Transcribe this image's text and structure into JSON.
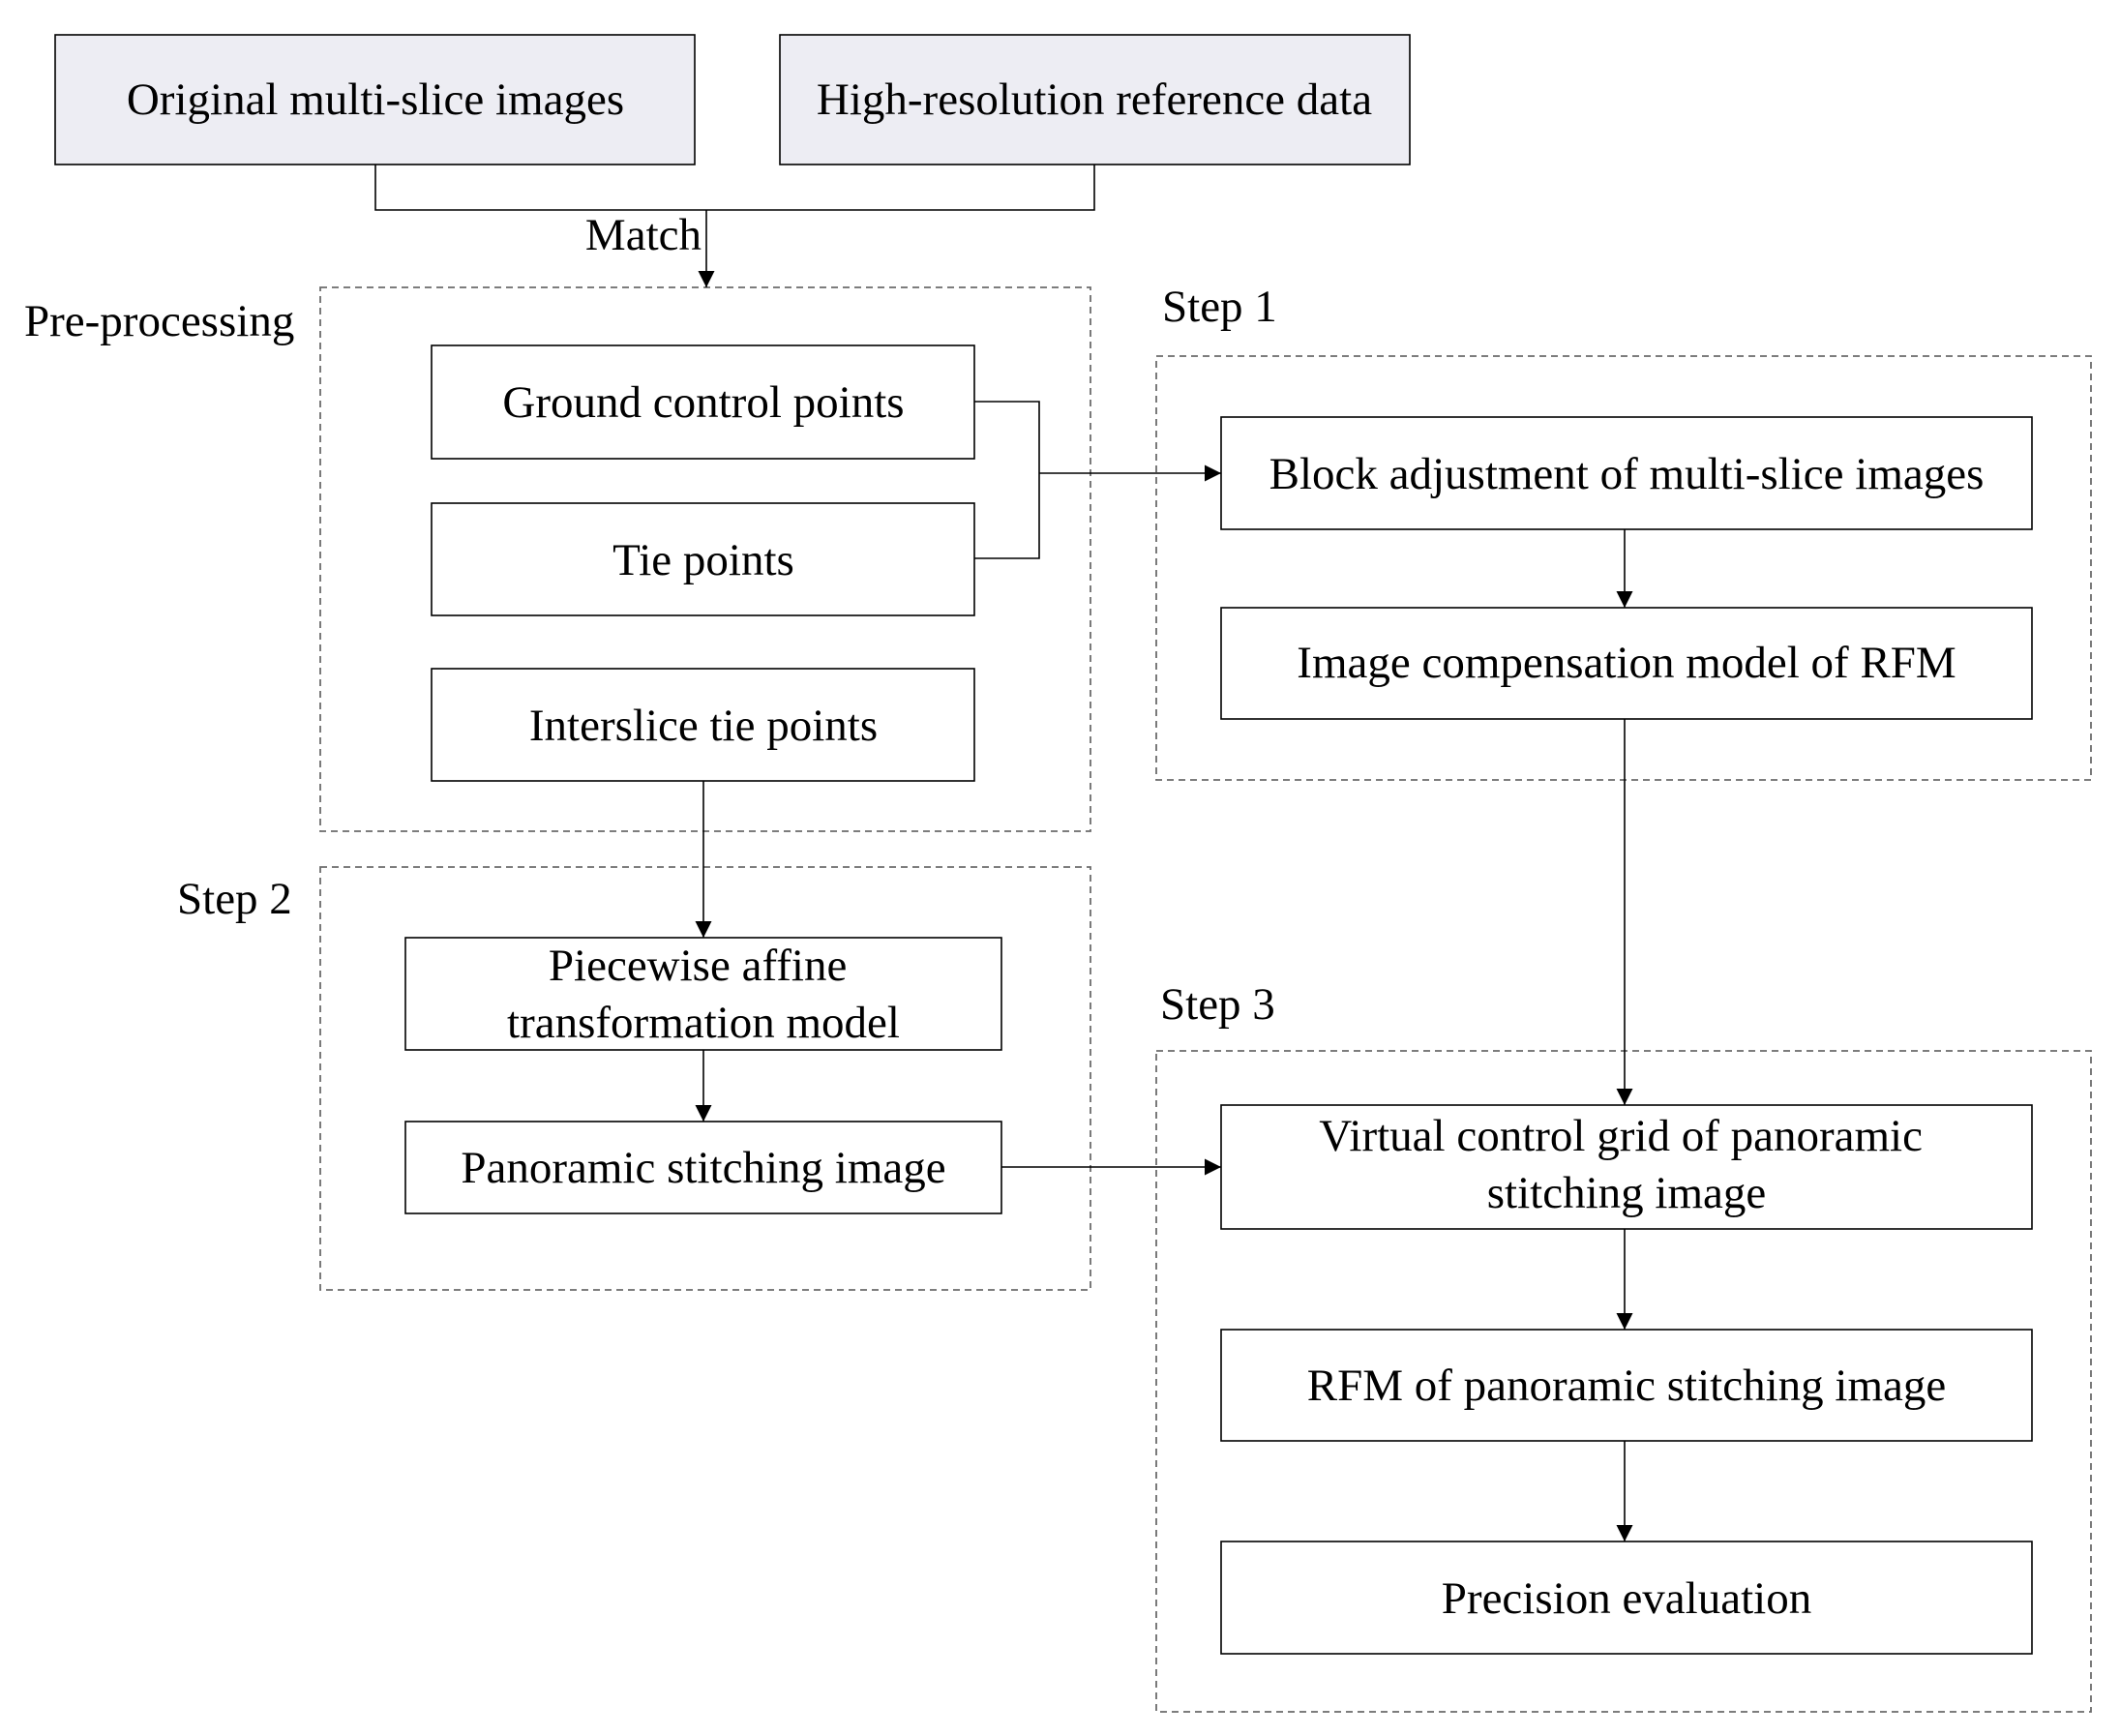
{
  "colors": {
    "source_fill": "#ededf3",
    "box_fill": "#ffffff",
    "line": "#000000",
    "group_border": "#6b6b6b"
  },
  "sources": {
    "original": "Original multi-slice images",
    "reference": "High-resolution reference data"
  },
  "labels": {
    "match": "Match"
  },
  "groups": {
    "preprocessing": {
      "label": "Pre-processing",
      "items": [
        "Ground control points",
        "Tie points",
        "Interslice tie points"
      ]
    },
    "step1": {
      "label": "Step 1",
      "items": [
        "Block adjustment of multi-slice images",
        "Image compensation model of RFM"
      ]
    },
    "step2": {
      "label": "Step 2",
      "items": [
        [
          "Piecewise affine",
          "transformation model"
        ],
        "Panoramic stitching image"
      ]
    },
    "step3": {
      "label": "Step 3",
      "items": [
        [
          "Virtual control grid of panoramic",
          "stitching image"
        ],
        "RFM of panoramic stitching image",
        "Precision evaluation"
      ]
    }
  }
}
